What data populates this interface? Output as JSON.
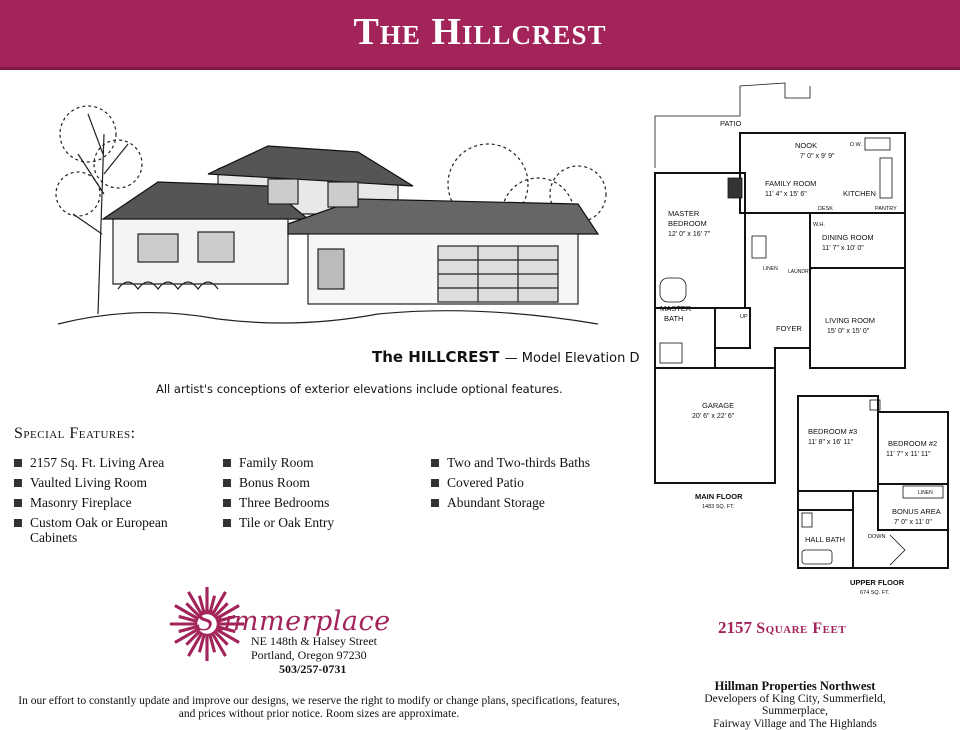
{
  "title": "The Hillcrest",
  "elevation": {
    "caption": "The HILLCREST",
    "caption_sub": "— Model Elevation D",
    "note": "All artist's conceptions of exterior elevations include optional features."
  },
  "features": {
    "heading": "Special Features:",
    "col1": [
      "2157 Sq. Ft. Living Area",
      "Vaulted Living Room",
      "Masonry Fireplace",
      "Custom Oak or European Cabinets"
    ],
    "col2": [
      "Family Room",
      "Bonus Room",
      "Three Bedrooms",
      "Tile or Oak Entry"
    ],
    "col3": [
      "Two and Two-thirds Baths",
      "Covered Patio",
      "Abundant Storage"
    ]
  },
  "developer": {
    "logo_text": "Summerplace",
    "address1": "NE 148th & Halsey Street",
    "address2": "Portland, Oregon 97230",
    "phone": "503/257-0731"
  },
  "disclaimer": "In our effort to constantly update and improve our designs, we reserve the right to modify or change plans, specifications, features, and prices without prior notice. Room sizes are approximate.",
  "main_floor": {
    "label": "MAIN FLOOR",
    "sqft": "1483 SQ. FT.",
    "rooms": {
      "patio": "PATIO",
      "nook": "NOOK",
      "nook_size": "7' 0\" x 9' 9\"",
      "family": "FAMILY ROOM",
      "family_size": "11' 4\" x 15' 6\"",
      "kitchen": "KITCHEN",
      "master": "MASTER",
      "master2": "BEDROOM",
      "master_size": "12' 0\" x 16' 7\"",
      "dining": "DINING ROOM",
      "dining_size": "11' 7\" x 10' 0\"",
      "living": "LIVING ROOM",
      "living_size": "15' 0\" x 15' 0\"",
      "mbath": "MASTER",
      "mbath2": "BATH",
      "foyer": "FOYER",
      "garage": "GARAGE",
      "garage_size": "20' 6\" x 22' 6\"",
      "desk": "DESK",
      "pantry": "PANTRY",
      "linen": "LINEN",
      "laundry": "LAUNDRY",
      "wh": "W.H.",
      "dw": "D.W.",
      "up": "UP"
    }
  },
  "upper_floor": {
    "label": "UPPER FLOOR",
    "sqft": "674 SQ. FT.",
    "rooms": {
      "bed3": "BEDROOM #3",
      "bed3_size": "11' 8\" x 16' 11\"",
      "bed2": "BEDROOM #2",
      "bed2_size": "11' 7\" x 11' 11\"",
      "bonus": "BONUS AREA",
      "bonus_size": "7' 0\" x 11' 0\"",
      "hallbath": "HALL BATH",
      "linen": "LINEN",
      "down": "DOWN"
    }
  },
  "total": {
    "number": "2157",
    "unit": "Square Feet"
  },
  "builder": {
    "name": "Hillman Properties Northwest",
    "line1": "Developers of King City, Summerfield, Summerplace,",
    "line2": "Fairway Village and The Highlands"
  },
  "colors": {
    "brand": "#a2245a"
  }
}
